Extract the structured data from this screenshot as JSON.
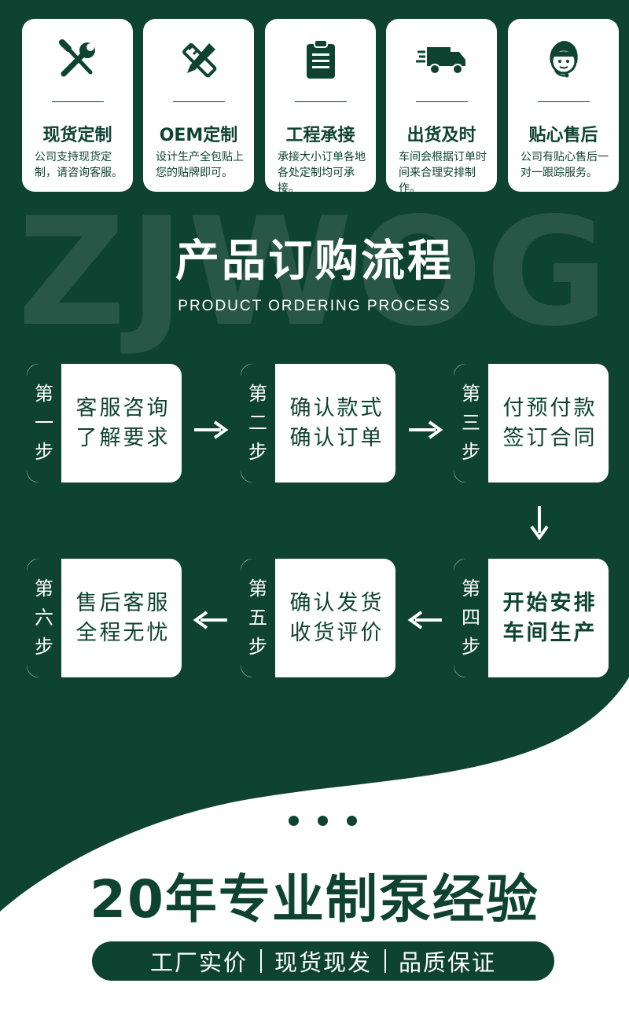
{
  "colors": {
    "brand": "#0e4332",
    "surface": "#ffffff"
  },
  "features": [
    {
      "icon": "tools-icon",
      "title": "现货定制",
      "desc": "公司支持现货定制，请咨询客服。"
    },
    {
      "icon": "pencil-ruler-icon",
      "title": "OEM定制",
      "desc": "设计生产全包贴上您的贴牌即可。"
    },
    {
      "icon": "clipboard-icon",
      "title": "工程承接",
      "desc": "承接大小订单各地各处定制均可承接。"
    },
    {
      "icon": "delivery-truck-icon",
      "title": "出货及时",
      "desc": "车间会根据订单时间来合理安排制作。"
    },
    {
      "icon": "customer-service-icon",
      "title": "贴心售后",
      "desc": "公司有贴心售后一对一跟踪服务。"
    }
  ],
  "heading": {
    "watermark": "ZJWOG",
    "title": "产品订购流程",
    "subtitle": "PRODUCT ORDERING PROCESS"
  },
  "steps": [
    {
      "label": [
        "第",
        "一",
        "步"
      ],
      "lines": [
        "客服咨询",
        "了解要求"
      ]
    },
    {
      "label": [
        "第",
        "二",
        "步"
      ],
      "lines": [
        "确认款式",
        "确认订单"
      ]
    },
    {
      "label": [
        "第",
        "三",
        "步"
      ],
      "lines": [
        "付预付款",
        "签订合同"
      ]
    },
    {
      "label": [
        "第",
        "四",
        "步"
      ],
      "lines": [
        "开始安排",
        "车间生产"
      ]
    },
    {
      "label": [
        "第",
        "五",
        "步"
      ],
      "lines": [
        "确认发货",
        "收货评价"
      ]
    },
    {
      "label": [
        "第",
        "六",
        "步"
      ],
      "lines": [
        "售后客服",
        "全程无忧"
      ]
    }
  ],
  "bottom": {
    "title": "20年专业制泵经验",
    "tags": [
      "工厂实价",
      "现货现发",
      "品质保证"
    ]
  }
}
